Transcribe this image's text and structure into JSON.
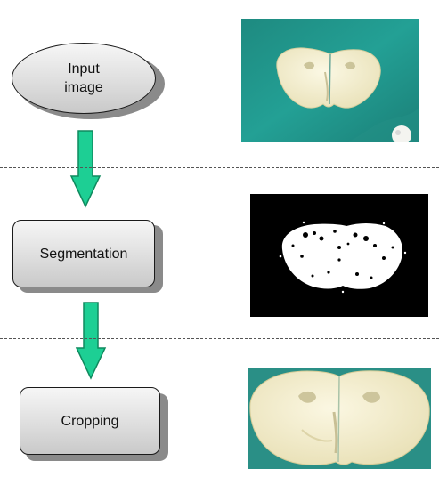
{
  "colors": {
    "arrow_fill": "#1dcf94",
    "arrow_stroke": "#0f8a5e",
    "teal_background": "#1f8f86",
    "tissue": "#f1eccc",
    "mask_background": "#000000",
    "mask_foreground": "#ffffff"
  },
  "steps": [
    {
      "label": "Input\nimage",
      "shape": "ellipse"
    },
    {
      "label": "Segmentation",
      "shape": "rounded-rectangle"
    },
    {
      "label": "Cropping",
      "shape": "rounded-rectangle"
    }
  ],
  "images": [
    {
      "icon": "brain-slice-photo-icon"
    },
    {
      "icon": "binary-mask-icon"
    },
    {
      "icon": "cropped-brain-slice-icon"
    }
  ]
}
